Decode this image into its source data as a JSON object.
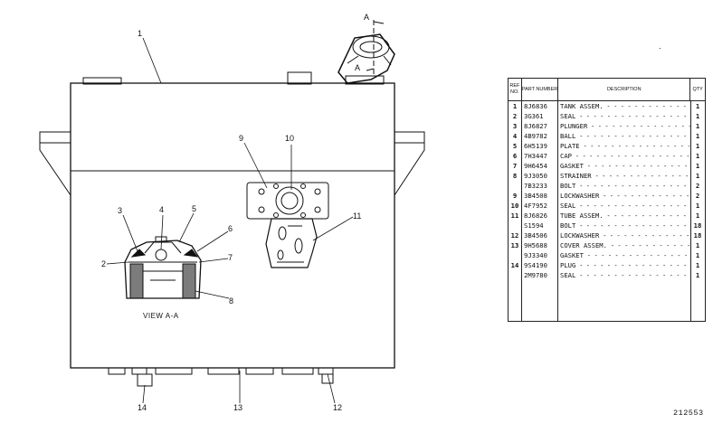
{
  "callouts": [
    "1",
    "2",
    "3",
    "4",
    "5",
    "6",
    "7",
    "8",
    "9",
    "10",
    "11",
    "12",
    "13",
    "14"
  ],
  "section_marker": "A",
  "view_label": "VIEW A-A",
  "table": {
    "headers": {
      "ref": "REF NO.",
      "part": "PART NUMBER",
      "desc": "DESCRIPTION",
      "qty": "QTY"
    },
    "rows": [
      {
        "ref": "1",
        "part": "8J6836",
        "desc": "TANK ASSEM.",
        "qty": "1"
      },
      {
        "ref": "2",
        "part": "3G361",
        "desc": "SEAL",
        "qty": "1"
      },
      {
        "ref": "3",
        "part": "8J6827",
        "desc": "PLUNGER",
        "qty": "1"
      },
      {
        "ref": "4",
        "part": "4B9782",
        "desc": "BALL",
        "qty": "1"
      },
      {
        "ref": "5",
        "part": "6H5139",
        "desc": "PLATE",
        "qty": "1"
      },
      {
        "ref": "6",
        "part": "7H3447",
        "desc": "CAP",
        "qty": "1"
      },
      {
        "ref": "7",
        "part": "9H6454",
        "desc": "GASKET",
        "qty": "1"
      },
      {
        "ref": "8",
        "part": "9J3050",
        "desc": "STRAINER",
        "qty": "1"
      },
      {
        "ref": "",
        "part": "7B3233",
        "desc": "BOLT",
        "qty": "2"
      },
      {
        "ref": "9",
        "part": "3B4508",
        "desc": "LOCKWASHER",
        "qty": "2"
      },
      {
        "ref": "10",
        "part": "4F7952",
        "desc": "SEAL",
        "qty": "1"
      },
      {
        "ref": "11",
        "part": "8J6826",
        "desc": "TUBE ASSEM.",
        "qty": "1"
      },
      {
        "ref": "",
        "part": "S1594",
        "desc": "BOLT",
        "qty": "18"
      },
      {
        "ref": "12",
        "part": "3B4506",
        "desc": "LOCKWASHER",
        "qty": "18"
      },
      {
        "ref": "13",
        "part": "9H5688",
        "desc": "COVER ASSEM.",
        "qty": "1"
      },
      {
        "ref": "",
        "part": "9J3340",
        "desc": "GASKET",
        "qty": "1"
      },
      {
        "ref": "14",
        "part": "9S4190",
        "desc": "PLUG",
        "qty": "1"
      },
      {
        "ref": "",
        "part": "2M9780",
        "desc": "SEAL",
        "qty": "1"
      }
    ]
  },
  "figure_number": "212553"
}
